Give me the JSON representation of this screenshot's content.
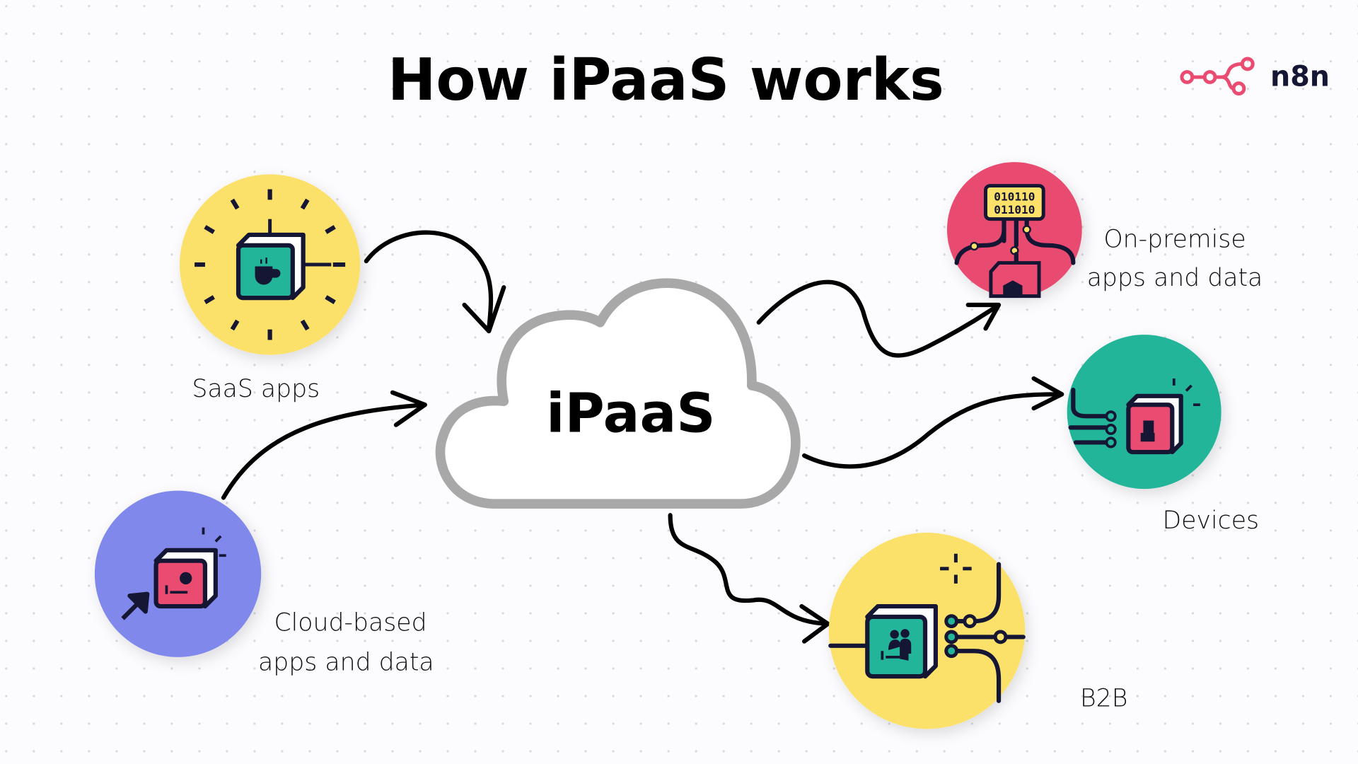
{
  "title": "How iPaaS works",
  "logo": {
    "text": "n8n",
    "color": "#EA4B71"
  },
  "center": {
    "label": "iPaaS"
  },
  "nodes": {
    "saas": {
      "label": "SaaS apps",
      "color": "#FBE06A"
    },
    "cloud_based": {
      "line1": "Cloud-based",
      "line2": "apps and data",
      "color": "#8088EC"
    },
    "on_premise": {
      "line1": "On-premise",
      "line2": "apps and data",
      "binary1": "010110",
      "binary2": "011010",
      "color": "#E94C70"
    },
    "devices": {
      "label": "Devices",
      "color": "#22B59A"
    },
    "b2b": {
      "label": "B2B",
      "color": "#FBE06A"
    }
  },
  "colors": {
    "ink": "#141633",
    "cloud_stroke": "#A8A8A8",
    "teal": "#22B59A",
    "pink": "#E94C70"
  }
}
